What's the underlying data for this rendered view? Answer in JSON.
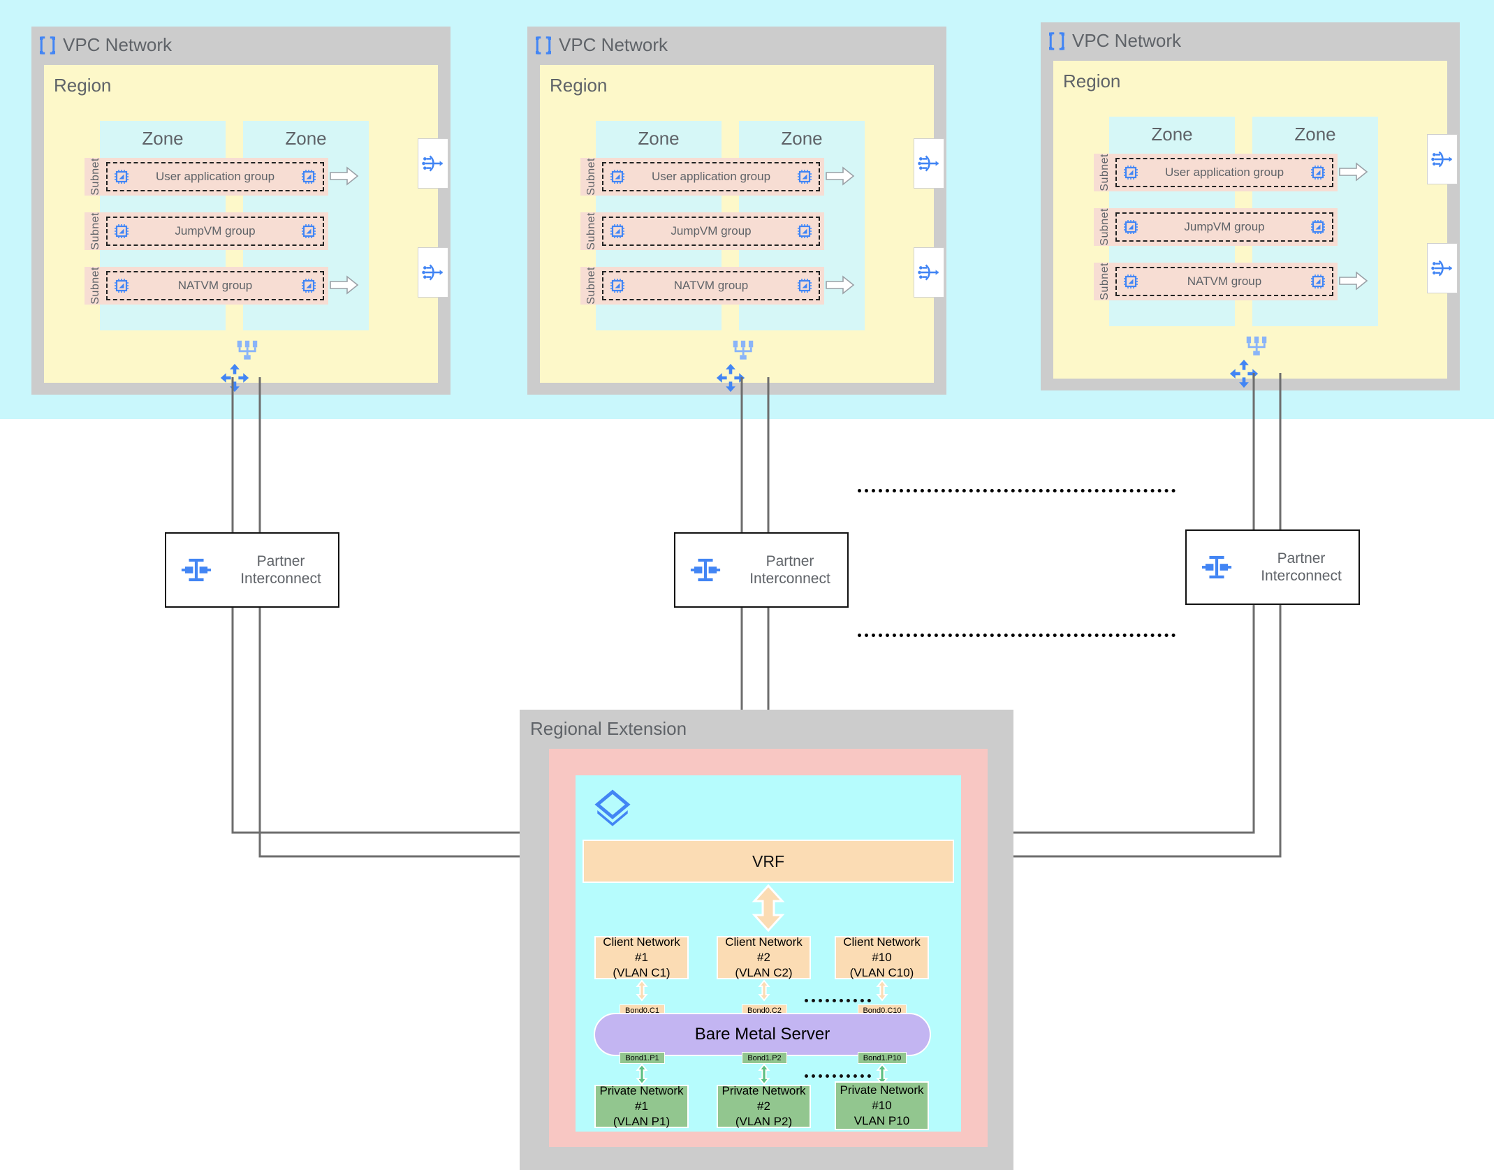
{
  "diagram": {
    "title": "Multi-region VPC to Bare Metal Regional Extension",
    "colors": {
      "top_band": "#c9f7fc",
      "vpc_gray": "#cccccc",
      "region_yellow": "#fdf8c9",
      "zone_cyan": "#d6f7f7",
      "subnet_peach": "#f7ddd3",
      "regional_pink": "#f8c7c3",
      "regional_cyan": "#b6fcfd",
      "vrf_orange": "#fbdcb4",
      "private_green": "#92c68f",
      "bms_purple": "#c3b5f2",
      "connector_gray": "#6d6d6d",
      "icon_blue": "#4285f4"
    }
  },
  "vpcs": [
    {
      "title": "VPC Network",
      "icon": "vpc-network-icon",
      "region_label": "Region",
      "zones": [
        "Zone",
        "Zone"
      ],
      "subnets": [
        {
          "label": "Subnet",
          "group": "User application group",
          "has_nat": true
        },
        {
          "label": "Subnet",
          "group": "JumpVM group",
          "has_nat": false
        },
        {
          "label": "Subnet",
          "group": "NATVM group",
          "has_nat": true
        }
      ],
      "bottom_icons": [
        "vpc-topology-icon",
        "cloud-router-icon"
      ]
    },
    {
      "title": "VPC Network",
      "icon": "vpc-network-icon",
      "region_label": "Region",
      "zones": [
        "Zone",
        "Zone"
      ],
      "subnets": [
        {
          "label": "Subnet",
          "group": "User application group",
          "has_nat": true
        },
        {
          "label": "Subnet",
          "group": "JumpVM group",
          "has_nat": false
        },
        {
          "label": "Subnet",
          "group": "NATVM group",
          "has_nat": true
        }
      ],
      "bottom_icons": [
        "vpc-topology-icon",
        "cloud-router-icon"
      ]
    },
    {
      "title": "VPC Network",
      "icon": "vpc-network-icon",
      "region_label": "Region",
      "zones": [
        "Zone",
        "Zone"
      ],
      "subnets": [
        {
          "label": "Subnet",
          "group": "User application group",
          "has_nat": true
        },
        {
          "label": "Subnet",
          "group": "JumpVM group",
          "has_nat": false
        },
        {
          "label": "Subnet",
          "group": "NATVM group",
          "has_nat": true
        }
      ],
      "bottom_icons": [
        "vpc-topology-icon",
        "cloud-router-icon"
      ]
    }
  ],
  "interconnects": [
    {
      "line1": "Partner",
      "line2": "Interconnect",
      "icon": "partner-interconnect-icon"
    },
    {
      "line1": "Partner",
      "line2": "Interconnect",
      "icon": "partner-interconnect-icon"
    },
    {
      "line1": "Partner",
      "line2": "Interconnect",
      "icon": "partner-interconnect-icon"
    }
  ],
  "ellipsis": {
    "upper": "dotted-separator",
    "lower": "dotted-separator"
  },
  "regional_extension": {
    "title": "Regional Extension",
    "icon": "bare-metal-solution-icon",
    "vrf": "VRF",
    "bare_metal_server": "Bare Metal Server",
    "client_networks": [
      {
        "name": "Client Network #1",
        "vlan": "(VLAN C1)",
        "bond": "Bond0.C1"
      },
      {
        "name": "Client Network #2",
        "vlan": "(VLAN C2)",
        "bond": "Bond0.C2"
      },
      {
        "name": "Client Network #10",
        "vlan": "(VLAN C10)",
        "bond": "Bond0.C10"
      }
    ],
    "private_networks": [
      {
        "name": "Private Network #1",
        "vlan": "(VLAN P1)",
        "bond": "Bond1.P1"
      },
      {
        "name": "Private Network #2",
        "vlan": "(VLAN P2)",
        "bond": "Bond1.P2"
      },
      {
        "name": "Private Network #10",
        "vlan": "VLAN P10",
        "bond": "Bond1.P10"
      }
    ],
    "client_ellipsis": "dotted-separator",
    "private_ellipsis": "dotted-separator"
  }
}
